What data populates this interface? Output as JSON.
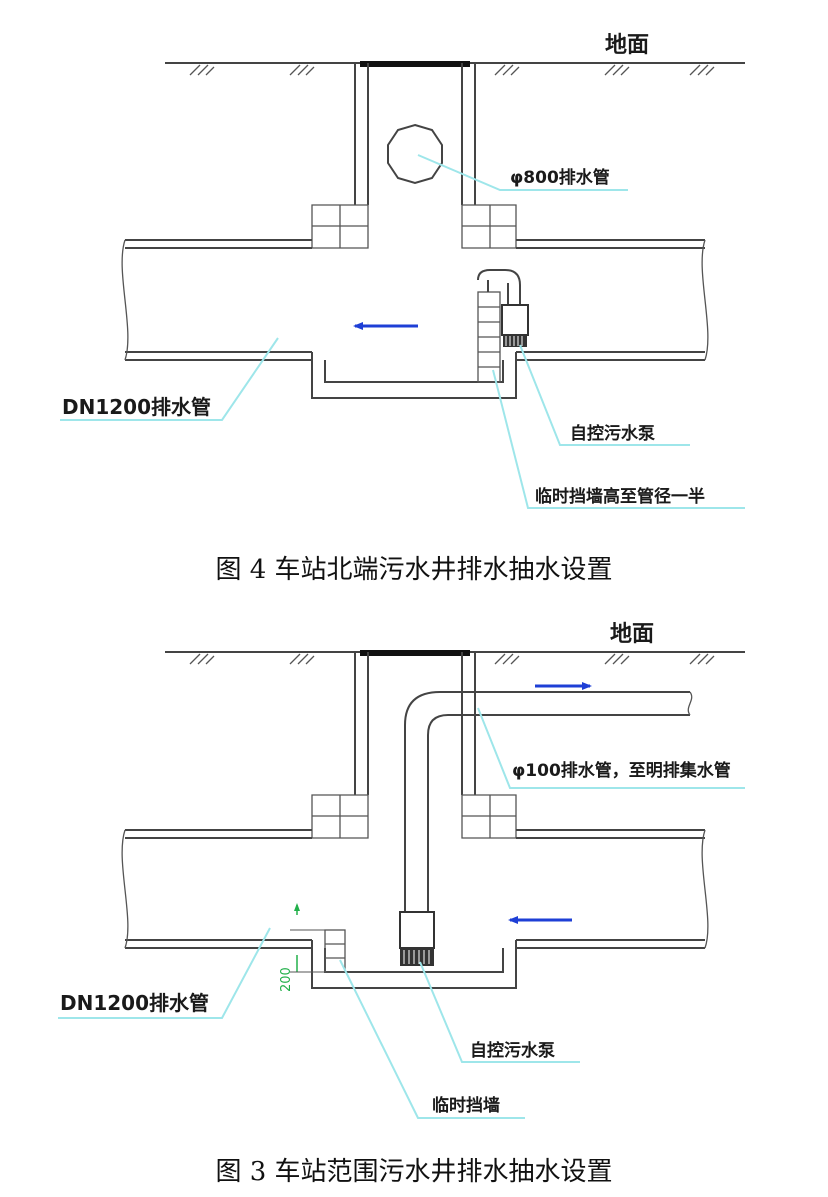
{
  "figure4": {
    "ground_label": "地面",
    "pipe800_label": "φ800排水管",
    "dn1200_label": "DN1200排水管",
    "pump_label": "自控污水泵",
    "wall_label": "临时挡墙高至管径一半",
    "caption": "图 4  车站北端污水井排水抽水设置"
  },
  "figure3": {
    "ground_label": "地面",
    "pipe100_label": "φ100排水管，至明排集水管",
    "dn1200_label": "DN1200排水管",
    "pump_label": "自控污水泵",
    "wall_label": "临时挡墙",
    "dim_label": "200",
    "caption": "图 3  车站范围污水井排水抽水设置"
  },
  "colors": {
    "arrow": "#1e3fd6",
    "leader": "#9ee6ea",
    "line": "#444444",
    "dimension": "#22b04a"
  }
}
